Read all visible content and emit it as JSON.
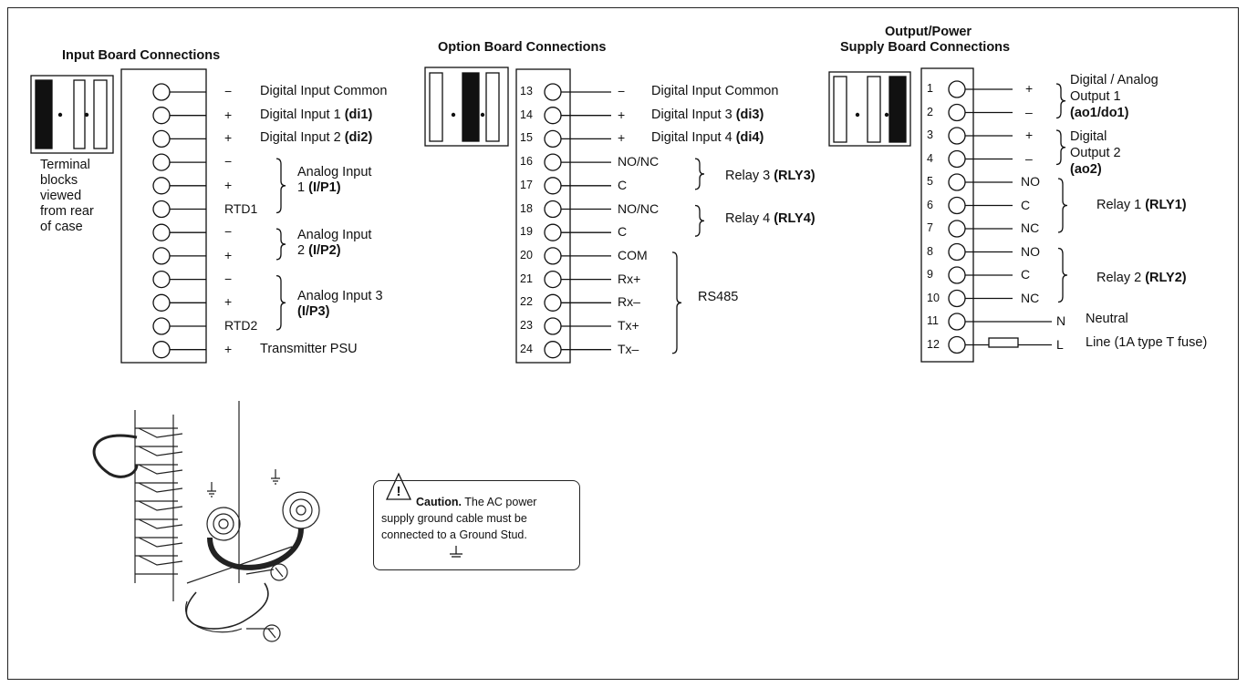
{
  "input_board": {
    "title": "Input Board Connections",
    "side_note": [
      "Terminal",
      "blocks",
      "viewed",
      "from rear",
      "of case"
    ],
    "rows": [
      {
        "pol": "−",
        "name": "Digital Input Common",
        "bold": ""
      },
      {
        "pol": "+",
        "name": "Digital Input 1",
        "bold": "(di1)"
      },
      {
        "pol": "+",
        "name": "Digital Input 2",
        "bold": "(di2)"
      },
      {
        "pol": "−",
        "name": "",
        "bold": ""
      },
      {
        "pol": "+",
        "name": "",
        "bold": ""
      },
      {
        "pol": "RTD1",
        "name": "",
        "bold": ""
      },
      {
        "pol": "−",
        "name": "",
        "bold": ""
      },
      {
        "pol": "+",
        "name": "",
        "bold": ""
      },
      {
        "pol": "−",
        "name": "",
        "bold": ""
      },
      {
        "pol": "+",
        "name": "",
        "bold": ""
      },
      {
        "pol": "RTD2",
        "name": "",
        "bold": ""
      },
      {
        "pol": "+",
        "name": "Transmitter PSU",
        "bold": ""
      }
    ],
    "groups": [
      {
        "line1": "Analog Input",
        "line2": "1",
        "bold": "(I/P1)"
      },
      {
        "line1": "Analog Input",
        "line2": "2",
        "bold": "(I/P2)"
      },
      {
        "line1": "Analog Input 3",
        "line2": "",
        "bold": "(I/P3)"
      }
    ]
  },
  "option_board": {
    "title": "Option Board Connections",
    "rows": [
      {
        "num": "13",
        "pol": "−",
        "name": "Digital Input  Common",
        "bold": ""
      },
      {
        "num": "14",
        "pol": "+",
        "name": "Digital Input 3",
        "bold": "(di3)"
      },
      {
        "num": "15",
        "pol": "+",
        "name": "Digital Input 4",
        "bold": "(di4)"
      },
      {
        "num": "16",
        "pol": "NO/NC",
        "name": "",
        "bold": ""
      },
      {
        "num": "17",
        "pol": "C",
        "name": "",
        "bold": ""
      },
      {
        "num": "18",
        "pol": "NO/NC",
        "name": "",
        "bold": ""
      },
      {
        "num": "19",
        "pol": "C",
        "name": "",
        "bold": ""
      },
      {
        "num": "20",
        "pol": "COM",
        "name": "",
        "bold": ""
      },
      {
        "num": "21",
        "pol": "Rx+",
        "name": "",
        "bold": ""
      },
      {
        "num": "22",
        "pol": "Rx–",
        "name": "",
        "bold": ""
      },
      {
        "num": "23",
        "pol": "Tx+",
        "name": "",
        "bold": ""
      },
      {
        "num": "24",
        "pol": "Tx–",
        "name": "",
        "bold": ""
      }
    ],
    "groups": [
      {
        "name": "Relay 3",
        "bold": "(RLY3)"
      },
      {
        "name": "Relay 4",
        "bold": "(RLY4)"
      },
      {
        "name": "RS485",
        "bold": ""
      }
    ]
  },
  "output_board": {
    "title_line1": "Output/Power",
    "title_line2": "Supply Board Connections",
    "rows": [
      {
        "num": "1",
        "pol": "+"
      },
      {
        "num": "2",
        "pol": "–"
      },
      {
        "num": "3",
        "pol": "+"
      },
      {
        "num": "4",
        "pol": "–"
      },
      {
        "num": "5",
        "pol": "NO"
      },
      {
        "num": "6",
        "pol": "C"
      },
      {
        "num": "7",
        "pol": "NC"
      },
      {
        "num": "8",
        "pol": "NO"
      },
      {
        "num": "9",
        "pol": "C"
      },
      {
        "num": "10",
        "pol": "NC"
      },
      {
        "num": "11",
        "pol": "N"
      },
      {
        "num": "12",
        "pol": "L"
      }
    ],
    "groups": [
      {
        "line1": "Digital / Analog",
        "line2": "Output 1",
        "bold": "(ao1/do1)"
      },
      {
        "line1": "Digital",
        "line2": "Output 2",
        "bold": "(ao2)"
      },
      {
        "name": "Relay 1",
        "bold": "(RLY1)"
      },
      {
        "name": "Relay 2",
        "bold": "(RLY2)"
      }
    ],
    "neutral": "Neutral",
    "line": "Line (1A type T fuse)"
  },
  "caution": {
    "heading": "Caution.",
    "text": "The AC power supply ground cable must be connected to a Ground Stud."
  }
}
